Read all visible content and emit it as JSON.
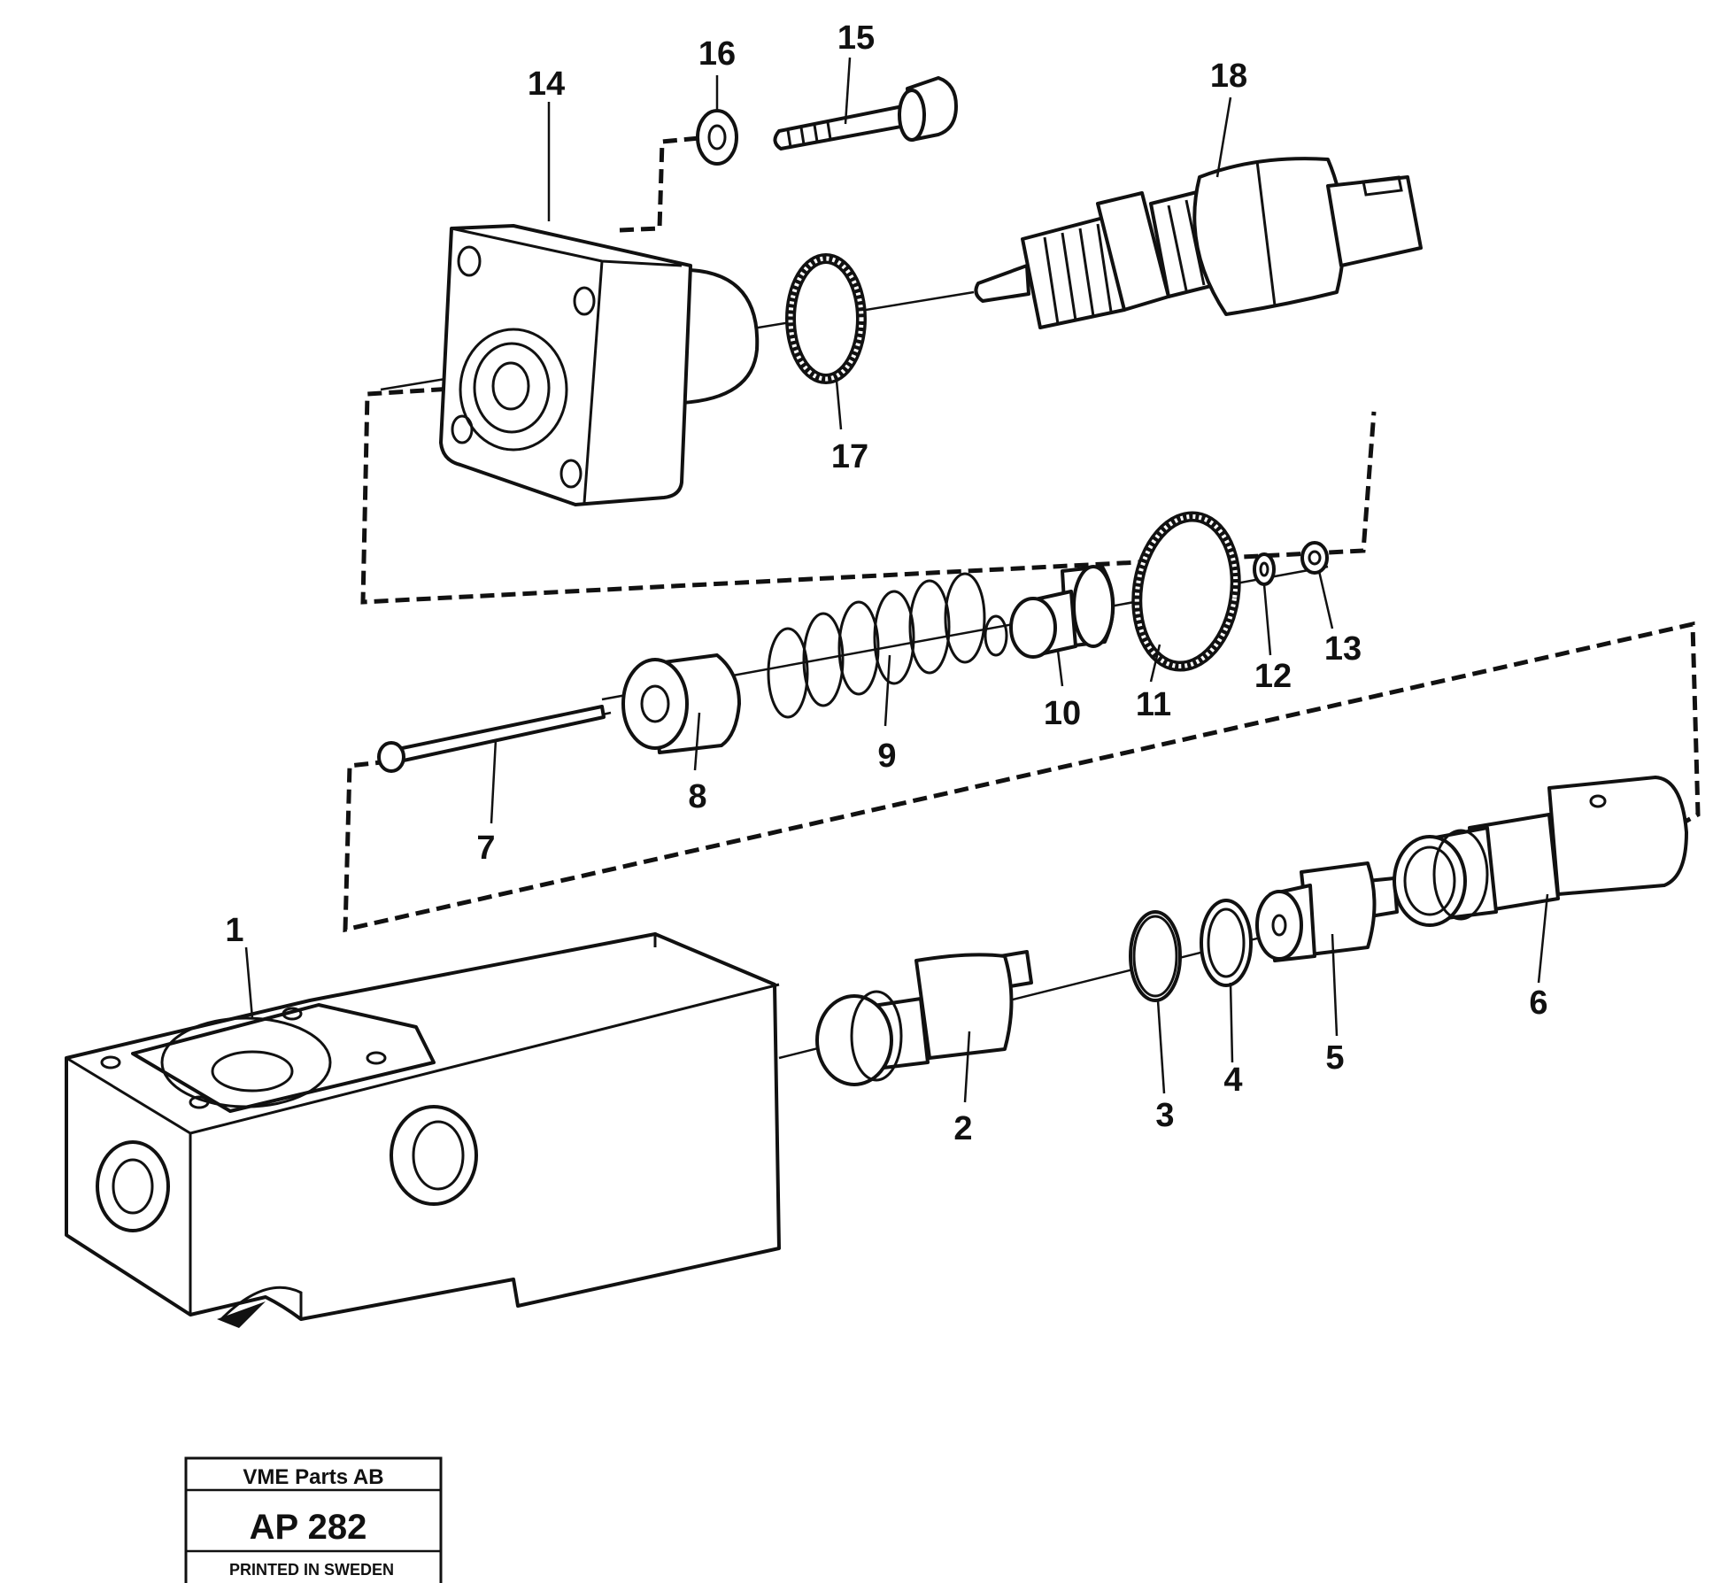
{
  "diagram": {
    "callouts": [
      "1",
      "2",
      "3",
      "4",
      "5",
      "6",
      "7",
      "8",
      "9",
      "10",
      "11",
      "12",
      "13",
      "14",
      "15",
      "16",
      "17",
      "18"
    ]
  },
  "stamp": {
    "company": "VME Parts AB",
    "code": "AP 282",
    "printed": "PRINTED IN SWEDEN"
  }
}
